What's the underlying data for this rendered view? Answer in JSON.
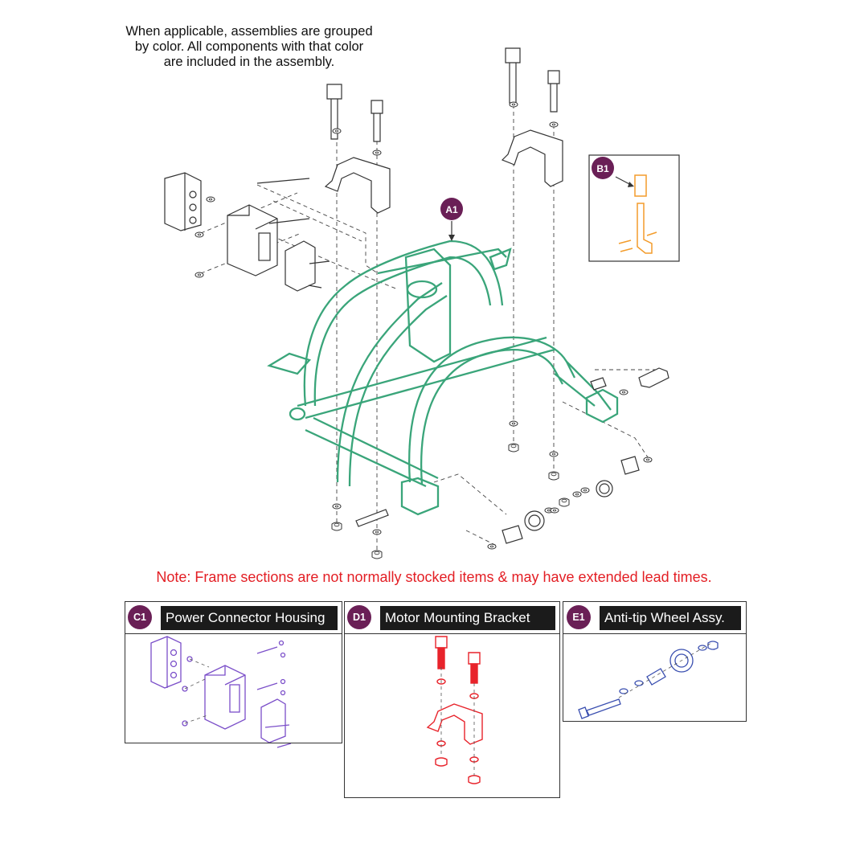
{
  "notes": {
    "top": "When applicable, assemblies are grouped\nby color. All components with that color\nare included in the assembly.",
    "bottom": "Note: Frame sections are not normally stocked items & may have extended lead times."
  },
  "callouts": {
    "frame": "A1",
    "bolt_detail": "B1"
  },
  "panels": [
    {
      "badge": "C1",
      "title": "Power Connector Housing"
    },
    {
      "badge": "D1",
      "title": "Motor Mounting Bracket"
    },
    {
      "badge": "E1",
      "title": "Anti-tip Wheel Assy."
    }
  ],
  "colors": {
    "frame": "#3aa57a",
    "assembly_b1": "#f39c2b",
    "assembly_c1": "#7b4fc9",
    "assembly_d1": "#e8232b",
    "assembly_e1": "#3a4fb0",
    "badge": "#6a1f56",
    "note": "#e31e24"
  }
}
